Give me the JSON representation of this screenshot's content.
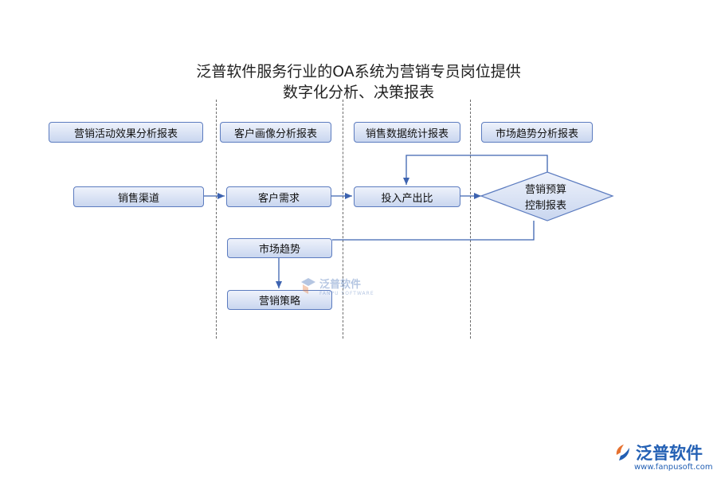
{
  "title": {
    "line1": "泛普软件服务行业的OA系统为营销专员岗位提供",
    "line2": "数字化分析、决策报表"
  },
  "headers": [
    "营销活动效果分析报表",
    "客户画像分析报表",
    "销售数据统计报表",
    "市场趋势分析报表"
  ],
  "nodes": {
    "sales_channel": "销售渠道",
    "customer_demand": "客户需求",
    "input_output_ratio": "投入产出比",
    "market_trend": "市场趋势",
    "marketing_strategy": "营销策略"
  },
  "decision": {
    "line1": "营销预算",
    "line2": "控制报表"
  },
  "watermark": {
    "name": "泛普软件",
    "sub": "FANPU SOFTWARE"
  },
  "logo": {
    "name": "泛普软件",
    "url": "www.fanpusoft.com"
  },
  "colors": {
    "box_border": "#5b7bbf",
    "box_fill_top": "#eef2fb",
    "box_fill_bottom": "#c9d6ef",
    "arrow": "#3d63b0",
    "brand": "#2360b4",
    "brand_accent": "#e6712f"
  }
}
